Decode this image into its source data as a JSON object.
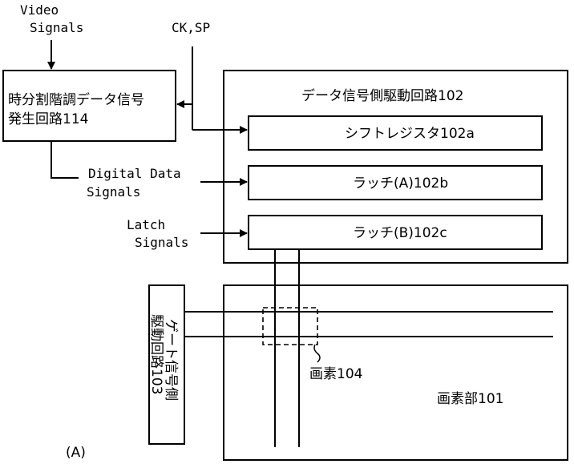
{
  "inputs": {
    "video": "Video Signals",
    "ck_sp": "CK,SP",
    "digital_data": "Digital Data Signals",
    "latch": "Latch Signals"
  },
  "blocks": {
    "gradation_generator": {
      "line1": "時分割階調データ信号",
      "line2": "発生回路114"
    },
    "data_driver": {
      "title": "データ信号側駆動回路102"
    },
    "shift_register": {
      "label": "シフトレジスタ102a"
    },
    "latch_a": {
      "label": "ラッチ(A)102b"
    },
    "latch_b": {
      "label": "ラッチ(B)102c"
    },
    "gate_driver": {
      "line1": "ゲート信号側",
      "line2": "駆動回路103"
    },
    "pixel_area": {
      "label": "画素部101"
    },
    "pixel": {
      "label": "画素104"
    }
  },
  "figure_label": "(A)"
}
